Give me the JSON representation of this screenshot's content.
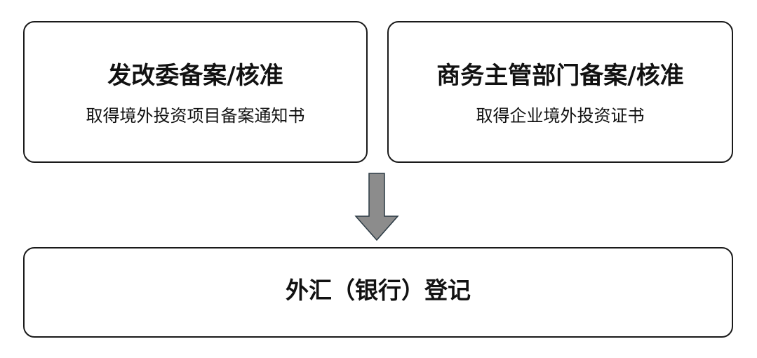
{
  "diagram": {
    "top_left": {
      "title": "发改委备案/核准",
      "subtitle": "取得境外投资项目备案通知书"
    },
    "top_right": {
      "title": "商务主管部门备案/核准",
      "subtitle": "取得企业境外投资证书"
    },
    "bottom": {
      "title": "外汇（银行）登记"
    },
    "arrow": {
      "icon": "down-arrow-icon",
      "fill_color": "#8c8c8c",
      "stroke_color": "#2b3a44"
    }
  }
}
